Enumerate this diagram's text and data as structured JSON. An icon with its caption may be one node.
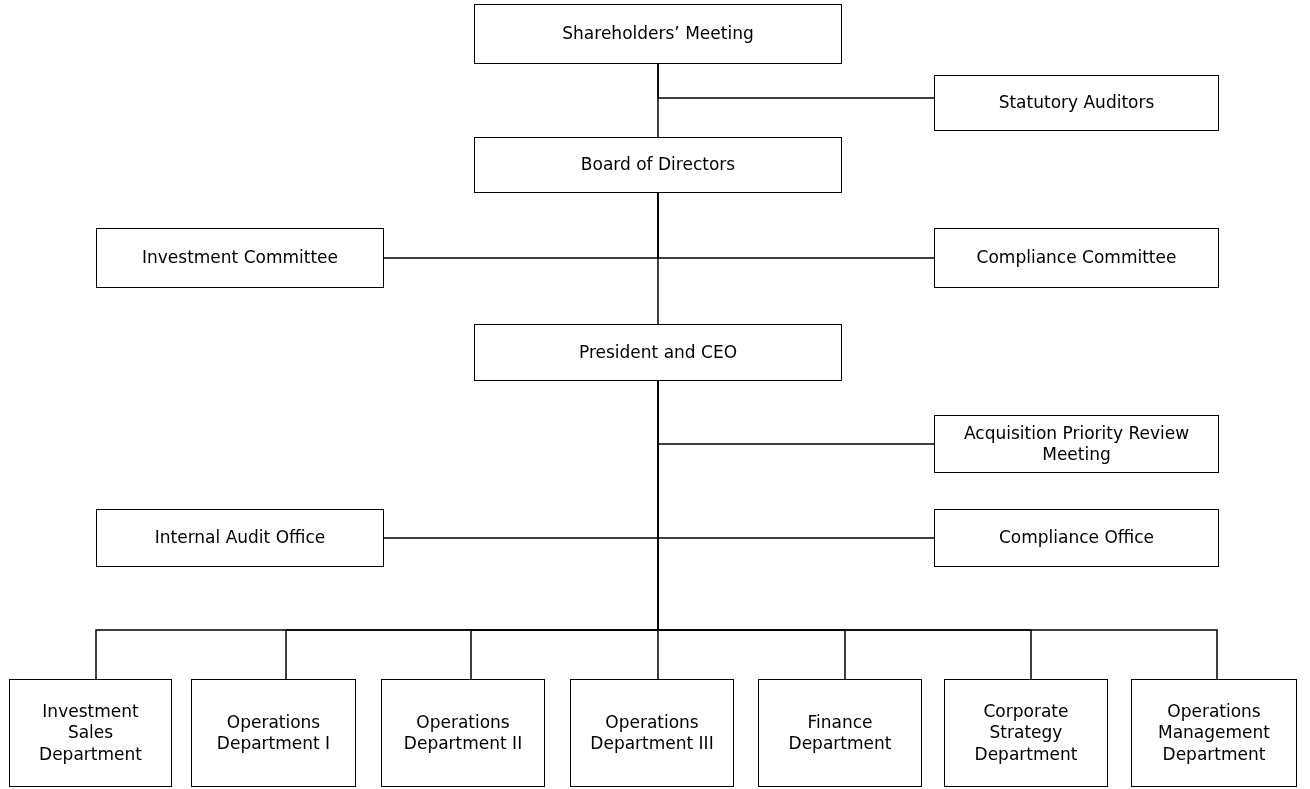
{
  "diagram": {
    "nodes": [
      {
        "text": [
          "Shareholders’ Meeting"
        ]
      },
      {
        "text": [
          "Statutory Auditors"
        ]
      },
      {
        "text": [
          "Board of Directors"
        ]
      },
      {
        "text": [
          "Investment Committee"
        ]
      },
      {
        "text": [
          "Compliance Committee"
        ]
      },
      {
        "text": [
          "President and CEO"
        ]
      },
      {
        "text": [
          "Acquisition Priority Review Meeting"
        ]
      },
      {
        "text": [
          "Internal Audit Office"
        ]
      },
      {
        "text": [
          "Compliance Office"
        ]
      },
      {
        "text": [
          "Investment Sales Department"
        ]
      },
      {
        "text": [
          "Operations Department I"
        ]
      },
      {
        "text": [
          "Operations Department II"
        ]
      },
      {
        "text": [
          "Operations Department III"
        ]
      },
      {
        "text": [
          "Finance Department"
        ]
      },
      {
        "text": [
          "Corporate Strategy Department"
        ]
      },
      {
        "text": [
          "Operations Management Department"
        ]
      }
    ],
    "edges": [
      {
        "from": 0,
        "to": 2,
        "arrow": "none"
      },
      {
        "from": 0,
        "to": 1,
        "arrow": "none"
      },
      {
        "from": 2,
        "to": 3,
        "arrow": "none"
      },
      {
        "from": 2,
        "to": 4,
        "arrow": "none"
      },
      {
        "from": 2,
        "to": 5,
        "arrow": "none"
      },
      {
        "from": 5,
        "to": 6,
        "arrow": "none"
      },
      {
        "from": 5,
        "to": 7,
        "arrow": "none"
      },
      {
        "from": 5,
        "to": 8,
        "arrow": "none"
      },
      {
        "from": 5,
        "to": 9,
        "arrow": "none"
      },
      {
        "from": 5,
        "to": 10,
        "arrow": "none"
      },
      {
        "from": 5,
        "to": 11,
        "arrow": "none"
      },
      {
        "from": 5,
        "to": 12,
        "arrow": "none"
      },
      {
        "from": 5,
        "to": 13,
        "arrow": "none"
      },
      {
        "from": 5,
        "to": 14,
        "arrow": "none"
      },
      {
        "from": 5,
        "to": 15,
        "arrow": "none"
      }
    ]
  }
}
